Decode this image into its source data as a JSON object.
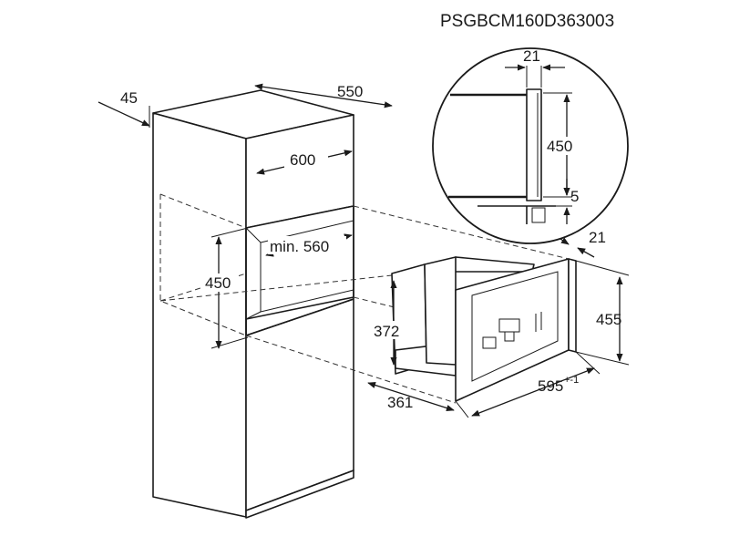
{
  "model_code": "PSGBCM160D363003",
  "cabinet": {
    "side_depth": "45",
    "depth": "550",
    "width": "600",
    "min_inner_width": "min. 560",
    "niche_height": "450"
  },
  "detail": {
    "panel_offset": "21",
    "panel_height": "450",
    "gap": "5"
  },
  "appliance": {
    "front_thickness": "21",
    "body_height": "372",
    "front_height": "455",
    "body_depth": "361",
    "front_width": "595",
    "front_width_tolerance": "+-1"
  }
}
